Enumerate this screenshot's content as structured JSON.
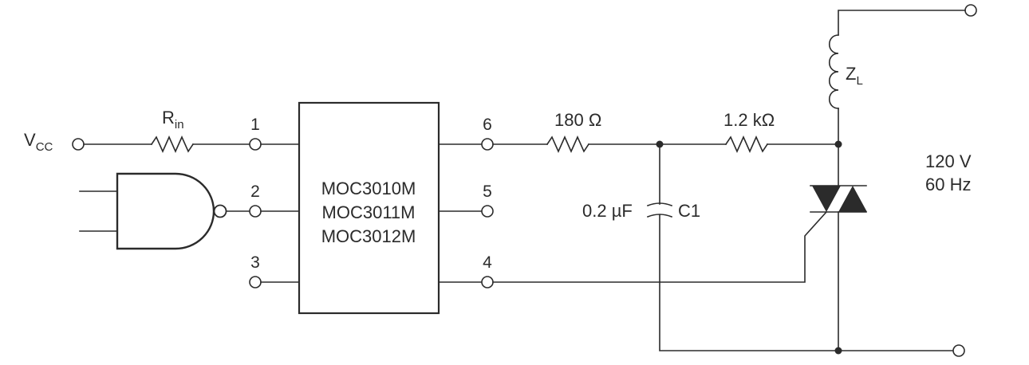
{
  "colors": {
    "ink": "#2b2b2b",
    "background": "#ffffff"
  },
  "labels": {
    "vcc_main": "V",
    "vcc_sub": "CC",
    "rin_main": "R",
    "rin_sub": "in",
    "r180": "180 Ω",
    "r1k2": "1.2 kΩ",
    "cap_value": "0.2 µF",
    "cap_name": "C1",
    "zl_main": "Z",
    "zl_sub": "L",
    "line_voltage": "120 V",
    "line_freq": "60 Hz"
  },
  "chip": {
    "part_numbers": [
      "MOC3010M",
      "MOC3011M",
      "MOC3012M"
    ]
  },
  "pins": [
    "1",
    "2",
    "3",
    "4",
    "5",
    "6"
  ],
  "icons": {
    "gate": "nand-gate-icon",
    "resistor": "resistor-icon",
    "capacitor": "capacitor-icon",
    "inductor": "inductor-icon",
    "triac": "triac-icon"
  }
}
